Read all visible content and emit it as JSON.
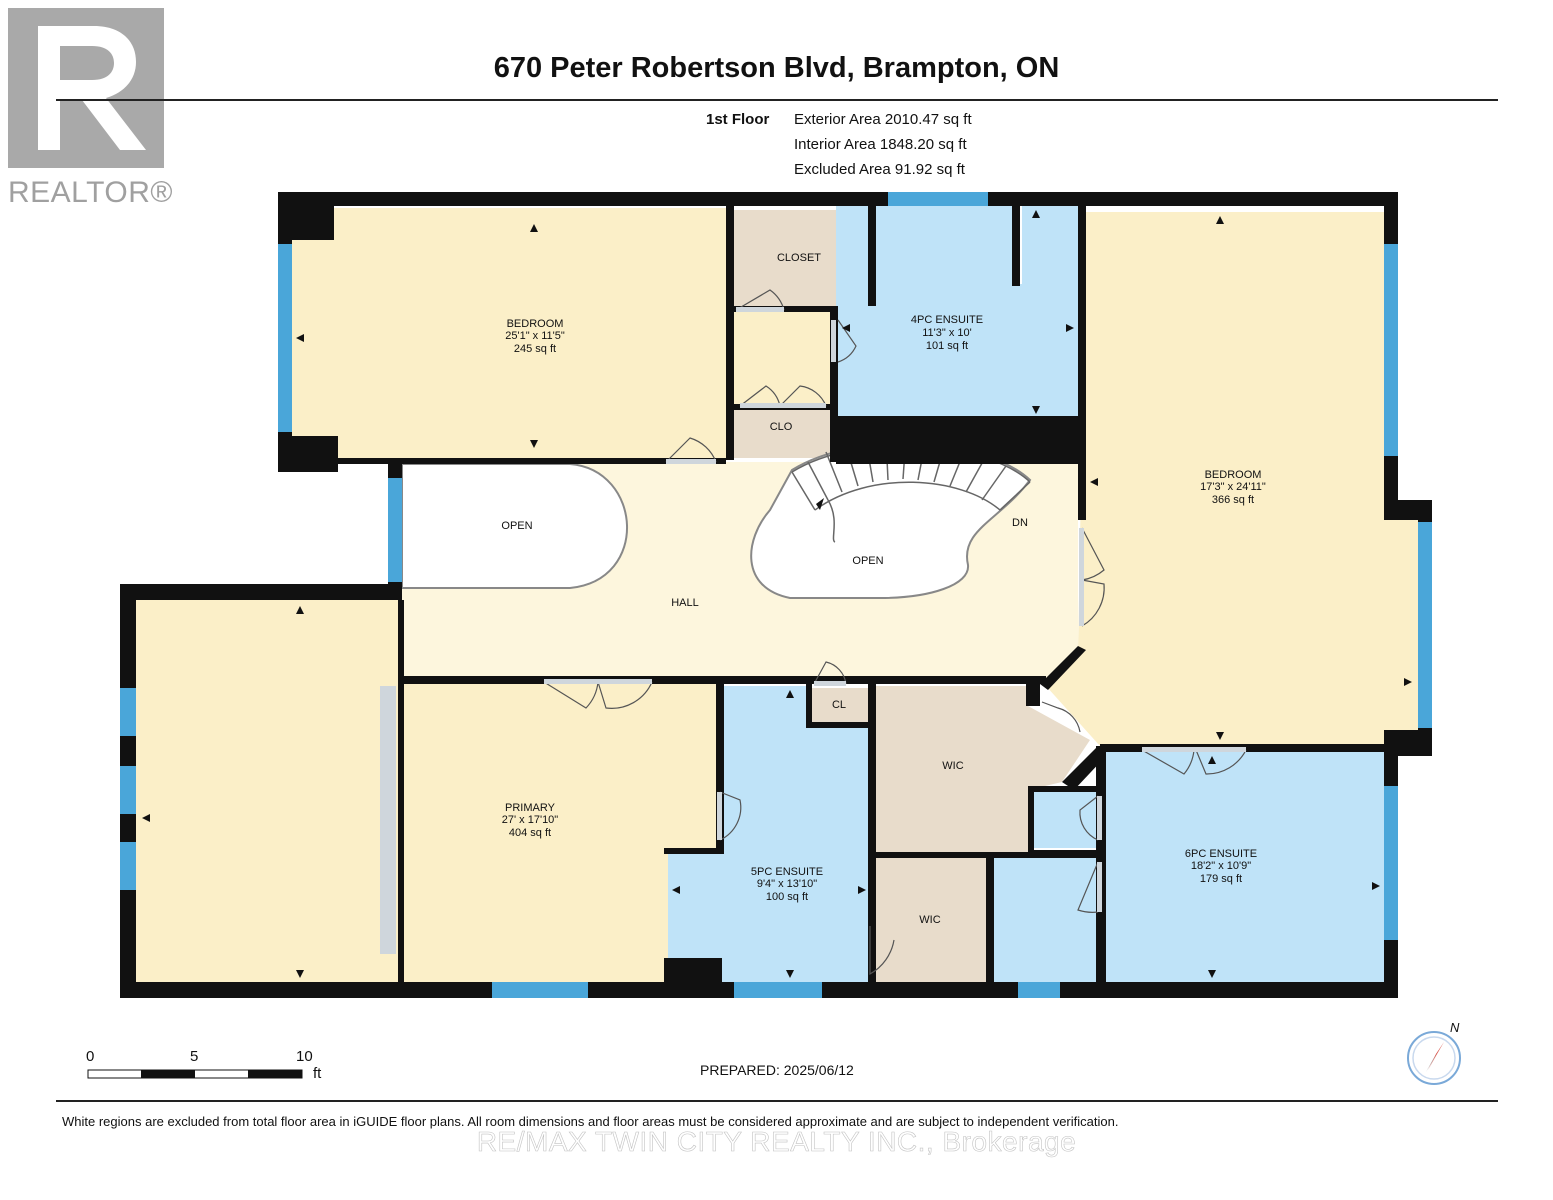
{
  "header": {
    "logo_text": "REALTOR®",
    "title": "670 Peter Robertson Blvd, Brampton, ON"
  },
  "summary": {
    "floor_label": "1st Floor",
    "exterior_area": "Exterior Area 2010.47 sq ft",
    "interior_area": "Interior Area 1848.20 sq ft",
    "excluded_area": "Excluded Area 91.92 sq ft"
  },
  "rooms": {
    "bedroom1": {
      "name": "BEDROOM",
      "dims": "25'1\" x 11'5\"",
      "area": "245 sq ft"
    },
    "closet": {
      "name": "CLOSET"
    },
    "ensuite4": {
      "name": "4PC ENSUITE",
      "dims": "11'3\" x 10'",
      "area": "101 sq ft"
    },
    "bedroom2": {
      "name": "BEDROOM",
      "dims": "17'3\" x 24'11\"",
      "area": "366 sq ft"
    },
    "clo": {
      "name": "CLO"
    },
    "open1": {
      "name": "OPEN"
    },
    "open2": {
      "name": "OPEN"
    },
    "dn": {
      "name": "DN"
    },
    "hall": {
      "name": "HALL"
    },
    "cl": {
      "name": "CL"
    },
    "primary": {
      "name": "PRIMARY",
      "dims": "27' x 17'10\"",
      "area": "404 sq ft"
    },
    "ensuite5": {
      "name": "5PC ENSUITE",
      "dims": "9'4\" x 13'10\"",
      "area": "100 sq ft"
    },
    "wic1": {
      "name": "WIC"
    },
    "wic2": {
      "name": "WIC"
    },
    "ensuite6": {
      "name": "6PC ENSUITE",
      "dims": "18'2\" x 10'9\"",
      "area": "179 sq ft"
    }
  },
  "scale": {
    "labels": [
      "0",
      "5",
      "10"
    ],
    "unit": "ft"
  },
  "compass": {
    "label": "N"
  },
  "footer": {
    "prepared": "PREPARED: 2025/06/12",
    "disclaimer": "White regions are excluded from total floor area in iGUIDE floor plans. All room dimensions and floor areas must be considered approximate and are subject to independent verification.",
    "watermark": "RE/MAX TWIN CITY REALTY INC., Brokerage"
  },
  "colors": {
    "bedroom": "#fbefc8",
    "hall": "#fdf6dd",
    "bath": "#bfe3f8",
    "closet": "#e8dccb",
    "wall": "#111111",
    "window": "#4aa6d9"
  }
}
